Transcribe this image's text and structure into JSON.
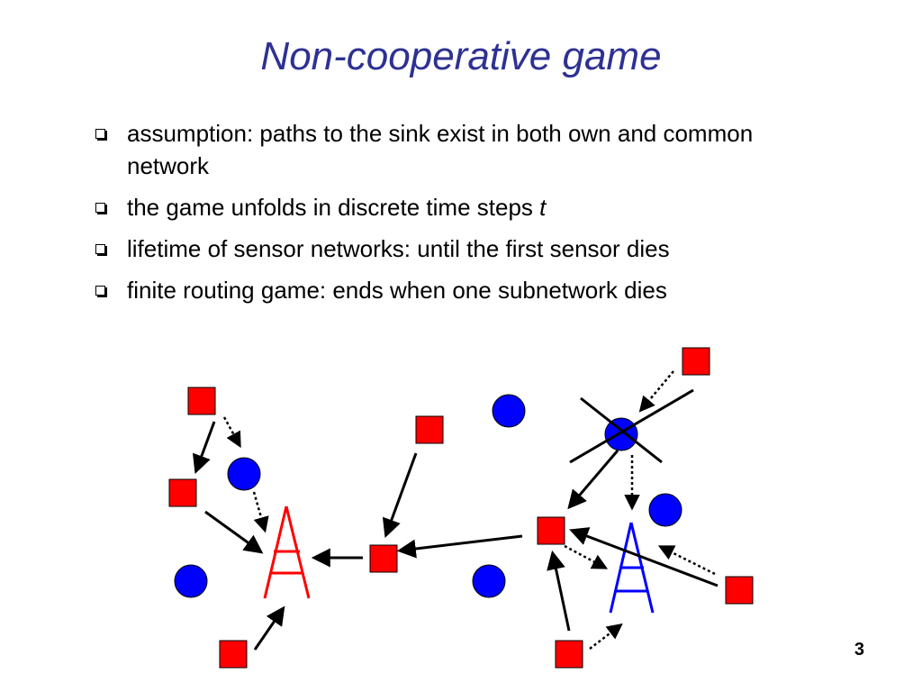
{
  "slide": {
    "title": "Non-cooperative game",
    "bullets": [
      {
        "text": "assumption: paths to the sink exist in both own and common network"
      },
      {
        "text": "the game unfolds in discrete time steps ",
        "emphasis": "t"
      },
      {
        "text": "lifetime of sensor networks: until the first sensor dies"
      },
      {
        "text": "finite routing game: ends when one subnetwork dies"
      }
    ],
    "page_number": "3"
  },
  "colors": {
    "title": "#2e3192",
    "sensor_square": "#ff0000",
    "sensor_circle": "#0000ff",
    "sink_left": "#ff0000",
    "sink_right": "#0000ff",
    "arrow": "#000000"
  }
}
